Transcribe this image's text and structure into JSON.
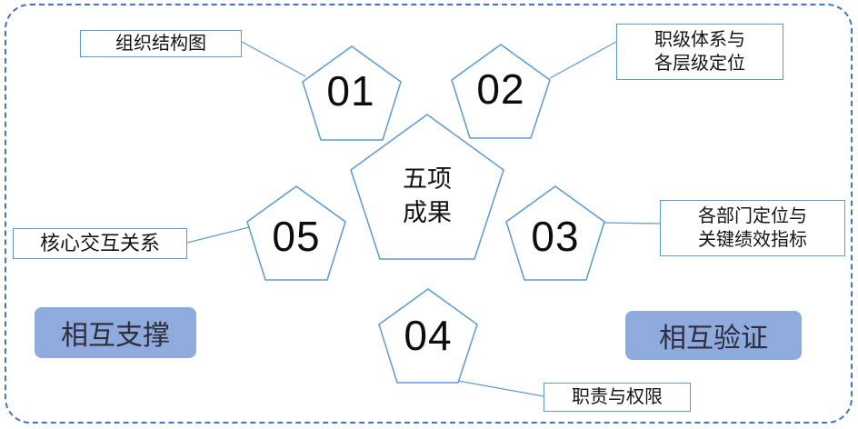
{
  "center": {
    "line1": "五项",
    "line2": "成果"
  },
  "nodes": [
    {
      "number": "01",
      "label": "组织结构图"
    },
    {
      "number": "02",
      "label_line1": "职级体系与",
      "label_line2": "各层级定位"
    },
    {
      "number": "03",
      "label_line1": "各部门定位与",
      "label_line2": "关键绩效指标"
    },
    {
      "number": "04",
      "label": "职责与权限"
    },
    {
      "number": "05",
      "label": "核心交互关系"
    }
  ],
  "badges": {
    "left": "相互支撑",
    "right": "相互验证"
  },
  "colors": {
    "accent": "#4472C4",
    "pentagon_stroke": "#5B9BD5",
    "badge_fill": "#8FAADC",
    "text": "#111111"
  }
}
